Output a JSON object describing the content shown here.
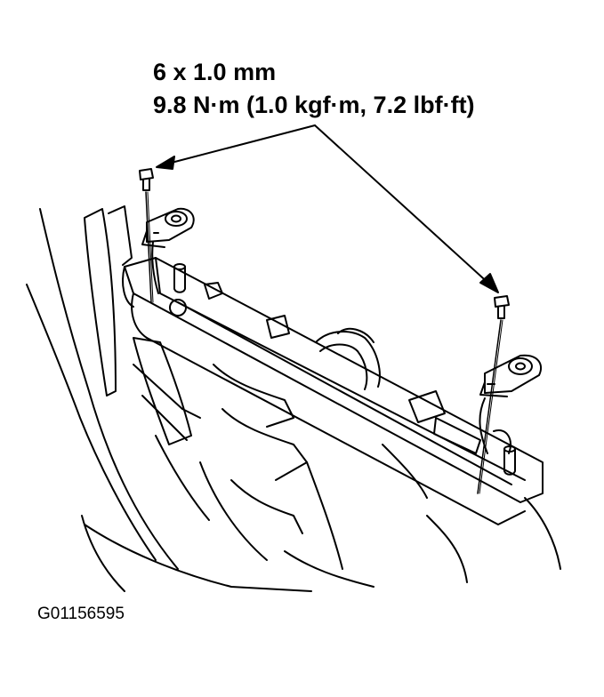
{
  "callout": {
    "bolt_size": "6 x 1.0 mm",
    "torque": "9.8 N·m (1.0 kgf·m, 7.2 lbf·ft)"
  },
  "figure_id": "G01156595",
  "colors": {
    "ink": "#000000",
    "paper": "#ffffff"
  }
}
